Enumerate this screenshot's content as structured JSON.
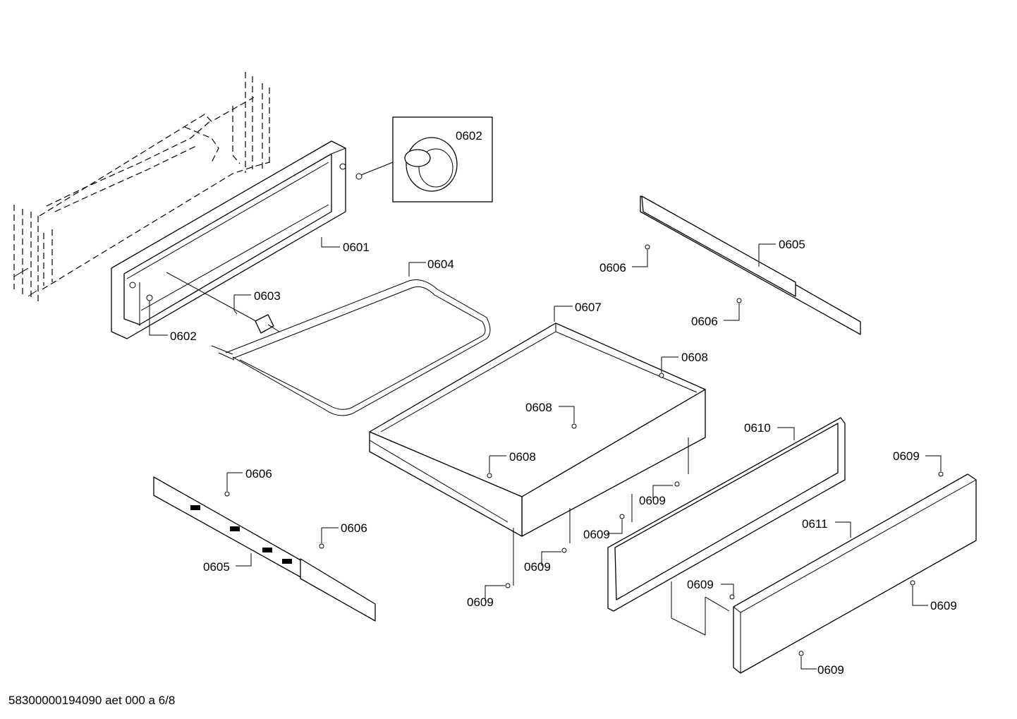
{
  "labels": {
    "l0601": "0601",
    "l0602_detail": "0602",
    "l0602": "0602",
    "l0603": "0603",
    "l0604": "0604",
    "l0605_right": "0605",
    "l0606_right_top": "0606",
    "l0606_right_bottom": "0606",
    "l0607": "0607",
    "l0608_a": "0608",
    "l0608_b": "0608",
    "l0608_c": "0608",
    "l0610": "0610",
    "l0609_a": "0609",
    "l0611": "0611",
    "l0606_left_top": "0606",
    "l0606_left_bottom": "0606",
    "l0605_left": "0605",
    "l0609_b": "0609",
    "l0609_c": "0609",
    "l0609_d": "0609",
    "l0609_e": "0609",
    "l0609_f": "0609",
    "l0609_g": "0609",
    "l0609_h": "0609"
  },
  "footer": "58300000194090 aet 000 a 6/8"
}
